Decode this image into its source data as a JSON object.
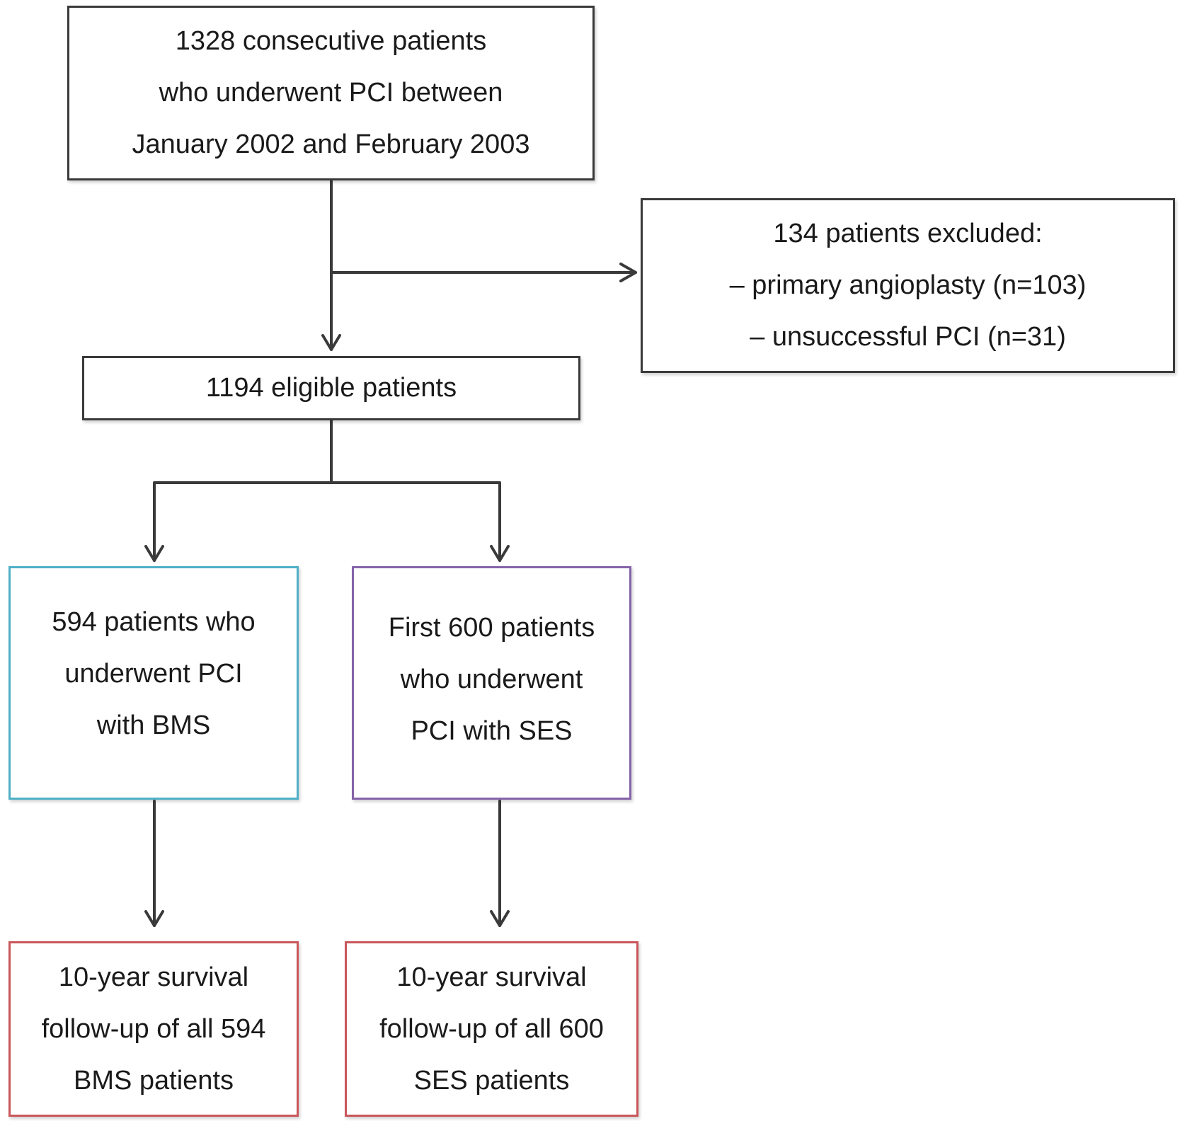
{
  "diagram": {
    "boxes": {
      "start": {
        "lines": [
          "1328 consecutive patients",
          "who underwent PCI between",
          "January 2002 and February 2003"
        ]
      },
      "excluded": {
        "lines": [
          "134 patients excluded:",
          "– primary angioplasty (n=103)",
          "– unsuccessful PCI (n=31)"
        ]
      },
      "eligible": {
        "lines": [
          "1194 eligible patients"
        ]
      },
      "bms": {
        "lines": [
          "594 patients who",
          "underwent PCI",
          "with BMS"
        ],
        "border_color": "#4fb0c6"
      },
      "ses": {
        "lines": [
          "First 600 patients",
          "who underwent",
          "PCI with SES"
        ],
        "border_color": "#8563a8"
      },
      "bms_followup": {
        "lines": [
          "10-year survival",
          "follow-up of all 594",
          "BMS patients"
        ],
        "border_color": "#c9565a"
      },
      "ses_followup": {
        "lines": [
          "10-year survival",
          "follow-up of all 600",
          "SES patients"
        ],
        "border_color": "#c9565a"
      }
    },
    "connector_color": "#3a3a3a"
  }
}
